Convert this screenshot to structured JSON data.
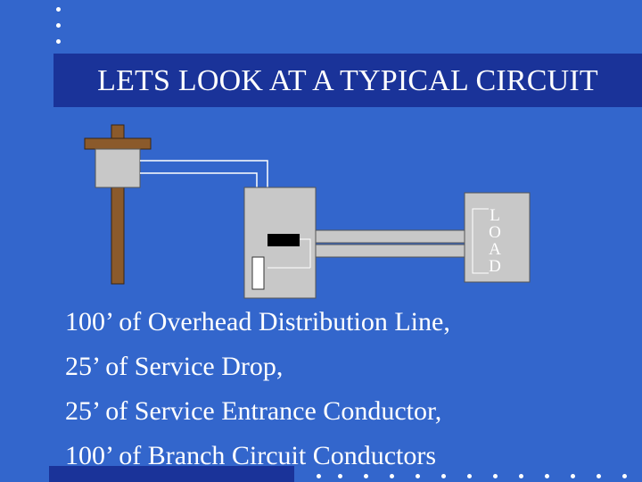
{
  "title": "LETS LOOK AT A TYPICAL CIRCUIT",
  "load_letters": [
    "L",
    "O",
    "A",
    "D"
  ],
  "lines": [
    "100’ of Overhead Distribution Line,",
    "25’ of Service Drop,",
    "25’ of Service Entrance Conductor,",
    "100’ of Branch Circuit Conductors"
  ],
  "colors": {
    "background": "#3366cc",
    "title_bar": "#1a3399",
    "pole": "#8b5a2b",
    "box": "#c8c8c8",
    "text": "#ffffff"
  }
}
